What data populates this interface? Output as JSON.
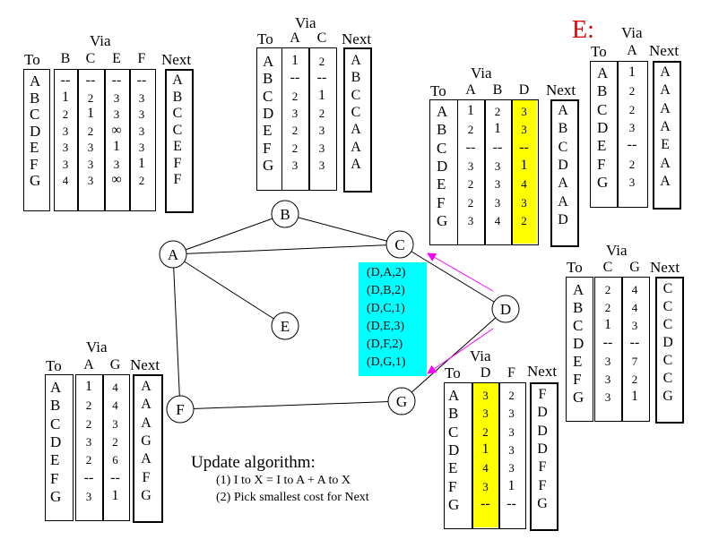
{
  "nodes": [
    "A",
    "B",
    "C",
    "D",
    "E",
    "F",
    "G"
  ],
  "edges": [
    [
      "A",
      "B"
    ],
    [
      "B",
      "C"
    ],
    [
      "A",
      "C"
    ],
    [
      "A",
      "E"
    ],
    [
      "A",
      "F"
    ],
    [
      "F",
      "G"
    ],
    [
      "C",
      "D"
    ],
    [
      "D",
      "G"
    ]
  ],
  "arrow_color": "#ff00ff",
  "highlight_color": "#ffff00",
  "cyan_color": "#00ffff",
  "heading_to": "To",
  "heading_via": "Via",
  "heading_next": "Next",
  "row_labels": [
    "A",
    "B",
    "C",
    "D",
    "E",
    "F",
    "G"
  ],
  "tables": {
    "A": {
      "via": [
        "B",
        "C",
        "E",
        "F"
      ],
      "cols": [
        [
          "--",
          "1",
          "2",
          "3",
          "3",
          "3",
          "4"
        ],
        [
          "--",
          "2",
          "1",
          "2",
          "3",
          "3",
          "3"
        ],
        [
          "--",
          "3",
          "3",
          "∞",
          "1",
          "3",
          "∞"
        ],
        [
          "--",
          "3",
          "3",
          "3",
          "3",
          "1",
          "2"
        ]
      ],
      "next": [
        "A",
        "B",
        "C",
        "C",
        "E",
        "F",
        "F"
      ]
    },
    "B": {
      "via": [
        "A",
        "C"
      ],
      "cols": [
        [
          "1",
          "--",
          "2",
          "3",
          "2",
          "2",
          "3"
        ],
        [
          "2",
          "--",
          "1",
          "2",
          "3",
          "3",
          "3"
        ]
      ],
      "next": [
        "A",
        "B",
        "C",
        "C",
        "A",
        "A",
        "A"
      ]
    },
    "C": {
      "via": [
        "A",
        "B",
        "D"
      ],
      "cols": [
        [
          "1",
          "2",
          "--",
          "3",
          "2",
          "2",
          "3"
        ],
        [
          "2",
          "1",
          "--",
          "3",
          "3",
          "3",
          "4"
        ],
        [
          "3",
          "3",
          "--",
          "1",
          "4",
          "3",
          "2"
        ]
      ],
      "next": [
        "A",
        "B",
        "C",
        "D",
        "A",
        "A",
        "D"
      ]
    },
    "E": {
      "label": "E:",
      "via": [
        "A"
      ],
      "cols": [
        [
          "1",
          "2",
          "2",
          "3",
          "--",
          "2",
          "3"
        ]
      ],
      "next": [
        "A",
        "A",
        "A",
        "A",
        "E",
        "A",
        "A"
      ]
    },
    "D": {
      "via": [
        "C",
        "G"
      ],
      "cols": [
        [
          "2",
          "2",
          "1",
          "--",
          "3",
          "3",
          "3"
        ],
        [
          "4",
          "4",
          "3",
          "--",
          "7",
          "2",
          "1"
        ]
      ],
      "next": [
        "C",
        "C",
        "C",
        "D",
        "C",
        "C",
        "G"
      ]
    },
    "F": {
      "via": [
        "A",
        "G"
      ],
      "cols": [
        [
          "1",
          "2",
          "2",
          "3",
          "2",
          "--",
          "3"
        ],
        [
          "4",
          "4",
          "3",
          "2",
          "6",
          "--",
          "1"
        ]
      ],
      "next": [
        "A",
        "A",
        "A",
        "G",
        "A",
        "F",
        "G"
      ]
    },
    "G": {
      "via": [
        "D",
        "F"
      ],
      "cols": [
        [
          "3",
          "3",
          "2",
          "1",
          "4",
          "3",
          "--"
        ],
        [
          "2",
          "3",
          "3",
          "3",
          "3",
          "1",
          "--"
        ]
      ],
      "next": [
        "F",
        "D",
        "D",
        "D",
        "F",
        "F",
        "G"
      ]
    }
  },
  "advert": [
    "(D,A,2)",
    "(D,B,2)",
    "(D,C,1)",
    "(D,E,3)",
    "(D,F,2)",
    "(D,G,1)"
  ],
  "update": {
    "title": "Update algorithm:",
    "line1": "(1) I to X = I to A + A to X",
    "line2": "(2) Pick smallest cost for Next"
  }
}
